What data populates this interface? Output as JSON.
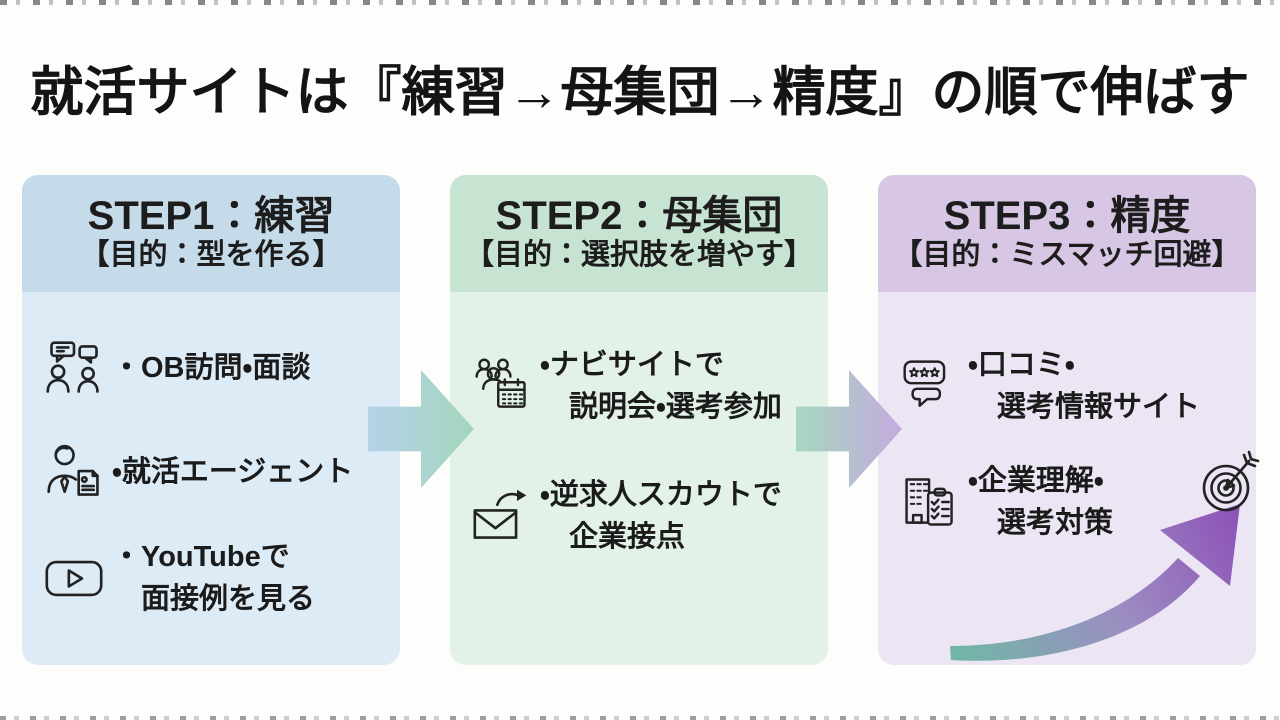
{
  "title": "就活サイトは『練習→母集団→精度』の順で伸ばす",
  "steps": [
    {
      "heading": "STEP1：練習",
      "purpose": "【目的：型を作る】",
      "items": [
        {
          "icon": "people-chat-icon",
          "lines": [
            "・OB訪問・面談",
            ""
          ]
        },
        {
          "icon": "agent-person-icon",
          "lines": [
            "・就活エージェント",
            ""
          ]
        },
        {
          "icon": "youtube-play-icon",
          "lines": [
            "・YouTubeで",
            "面接例を見る"
          ]
        }
      ]
    },
    {
      "heading": "STEP2：母集団",
      "purpose": "【目的：選択肢を増やす】",
      "items": [
        {
          "icon": "people-calendar-icon",
          "lines": [
            "・ナビサイトで",
            "説明会・選考参加"
          ]
        },
        {
          "icon": "scout-mail-icon",
          "lines": [
            "・逆求人スカウトで",
            "企業接点"
          ]
        }
      ]
    },
    {
      "heading": "STEP3：精度",
      "purpose": "【目的：ミスマッチ回避】",
      "items": [
        {
          "icon": "review-stars-icon",
          "lines": [
            "・口コミ・",
            "選考情報サイト"
          ]
        },
        {
          "icon": "company-checklist-icon",
          "lines": [
            "・企業理解・",
            "選考対策"
          ]
        }
      ]
    }
  ],
  "arrows": {
    "flow1": {
      "from": "STEP1",
      "to": "STEP2"
    },
    "flow2": {
      "from": "STEP2",
      "to": "STEP3"
    },
    "growth": {
      "shape": "curved-up-right",
      "points_at": "dartboard-icon"
    }
  },
  "colors": {
    "step1_header": "#c6dbea",
    "step1_body": "#ddebf7",
    "step2_header": "#c7e3d1",
    "step2_body": "#e3f2e7",
    "step3_header": "#d7c7e4",
    "step3_body": "#ece5f4",
    "arrow1_from": "#b6d1e9",
    "arrow1_to": "#a3d6bc",
    "arrow2_from": "#a8d6bf",
    "arrow2_to": "#c3abde",
    "growth_from": "#6fb9a4",
    "growth_mid": "#9c8cc2",
    "growth_to": "#8d53b8",
    "text": "#1b1b1b"
  }
}
